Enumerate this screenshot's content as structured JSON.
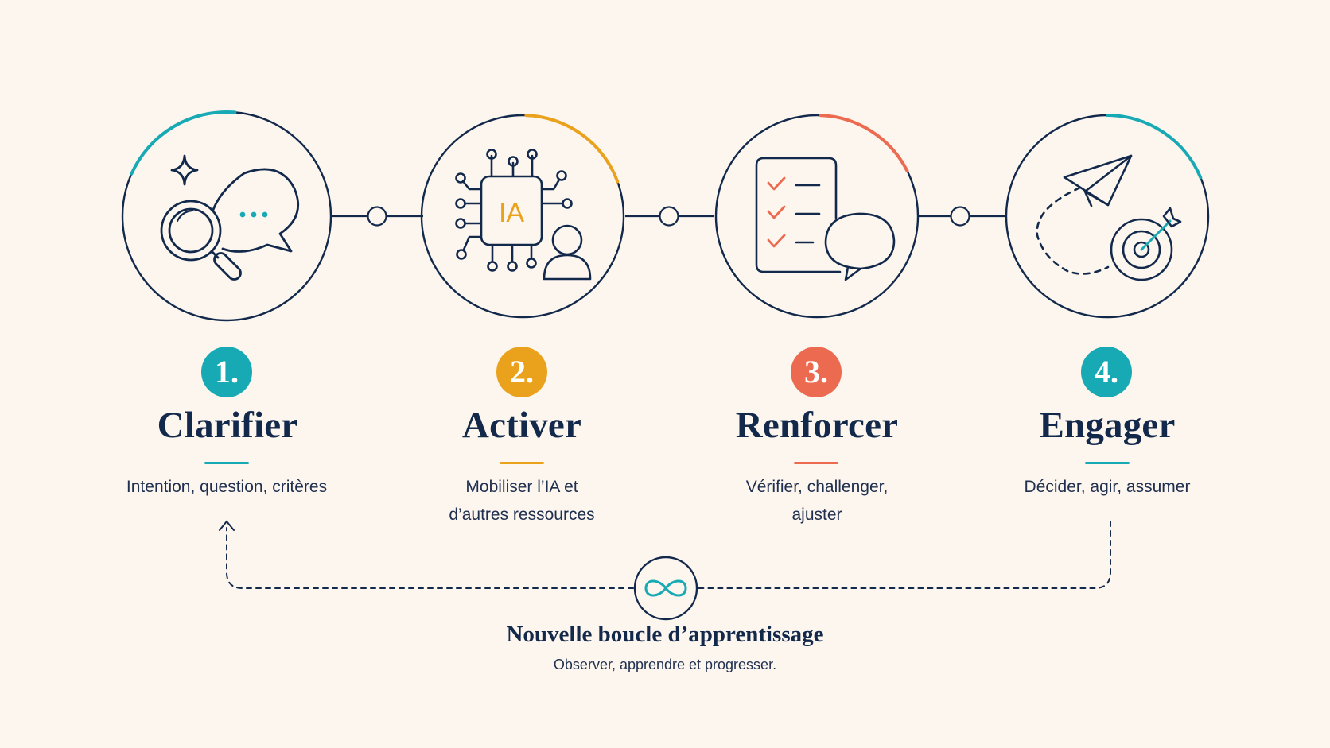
{
  "colors": {
    "navy": "#13294b",
    "teal": "#17a9b4",
    "amber": "#eaa21c",
    "coral": "#ec6a4f",
    "background": "#fcf6ef"
  },
  "steps": [
    {
      "number": "1.",
      "title": "Clarifier",
      "description": [
        "Intention, question, critères"
      ],
      "color": "#17a9b4",
      "icon": "magnifier-chat-icon"
    },
    {
      "number": "2.",
      "title": "Activer",
      "description": [
        "Mobiliser l’IA et",
        "d’autres ressources"
      ],
      "color": "#eaa21c",
      "icon": "ai-chip-person-icon",
      "chip_label": "IA"
    },
    {
      "number": "3.",
      "title": "Renforcer",
      "description": [
        "Vérifier, challenger,",
        "ajuster"
      ],
      "color": "#ec6a4f",
      "icon": "checklist-chat-icon"
    },
    {
      "number": "4.",
      "title": "Engager",
      "description": [
        "Décider, agir, assumer"
      ],
      "color": "#17a9b4",
      "icon": "paper-plane-target-icon"
    }
  ],
  "loop": {
    "title": "Nouvelle boucle d’apprentissage",
    "subtitle": "Observer, apprendre et progresser.",
    "icon": "infinity-icon"
  }
}
